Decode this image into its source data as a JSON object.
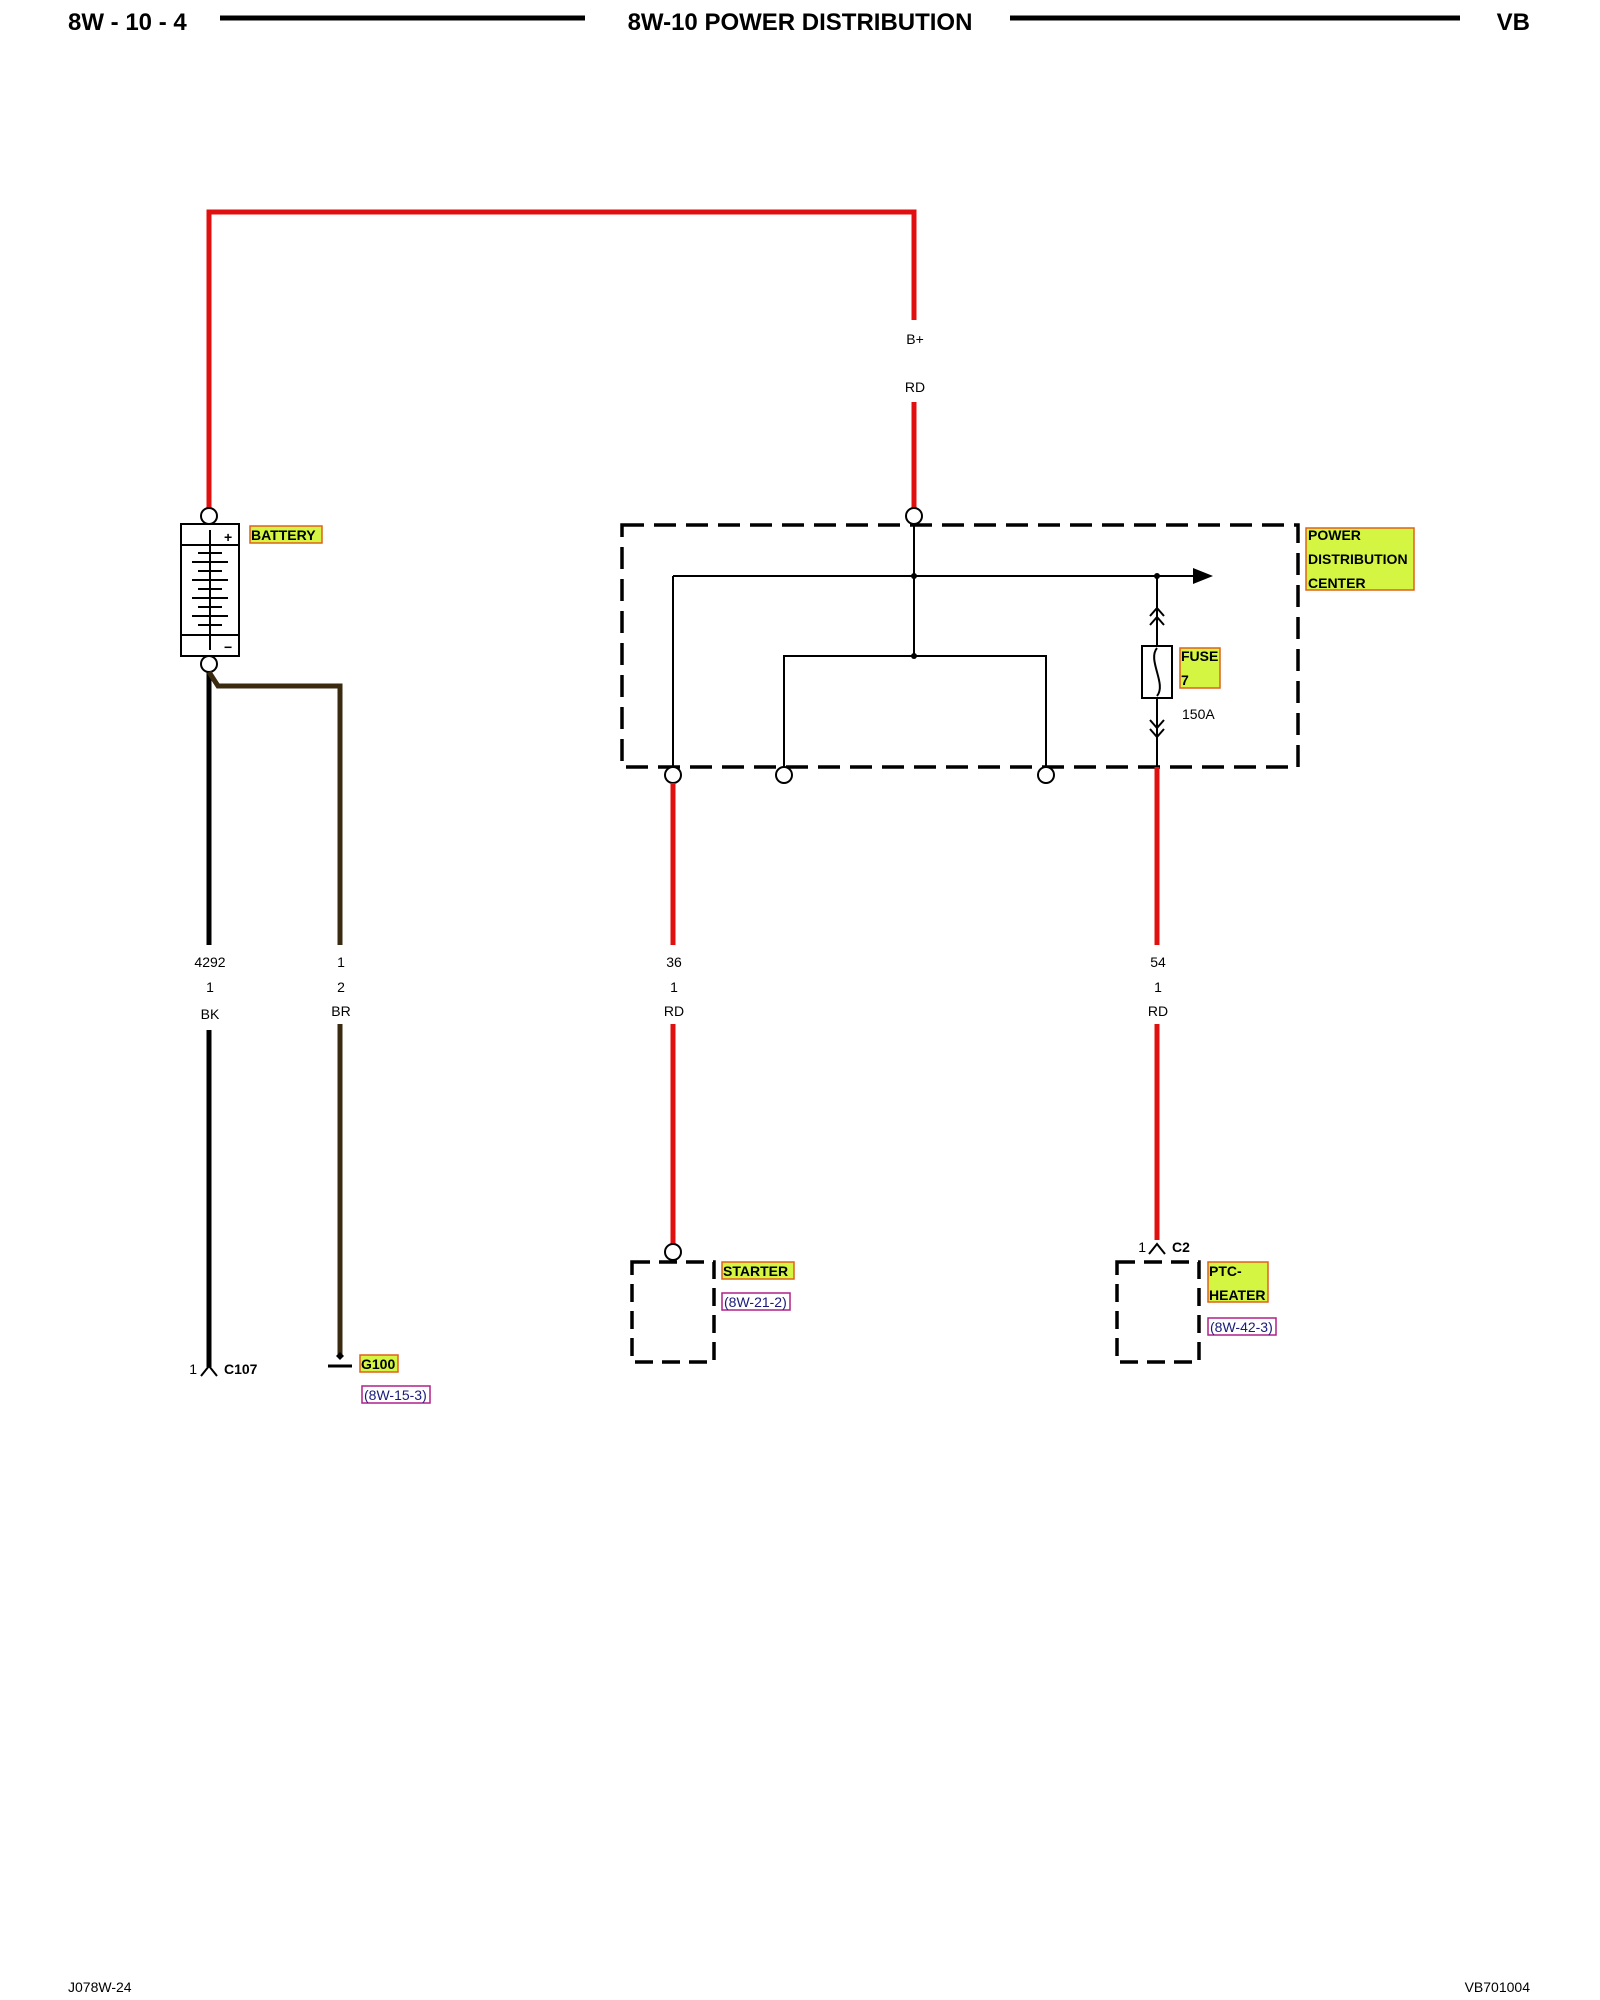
{
  "header": {
    "page_number": "8W - 10 - 4",
    "title": "8W-10 POWER DISTRIBUTION",
    "code": "VB"
  },
  "footer": {
    "left_code": "J078W-24",
    "right_code": "VB701004"
  },
  "components": {
    "battery": {
      "label": "BATTERY",
      "plus": "+",
      "minus": "−"
    },
    "pdc": {
      "line1": "POWER",
      "line2": "DISTRIBUTION",
      "line3": "CENTER"
    },
    "fuse": {
      "label": "FUSE",
      "number": "7",
      "rating": "150A"
    },
    "starter": {
      "label": "STARTER",
      "ref": "(8W-21-2)"
    },
    "ptc_heater": {
      "line1": "PTC-",
      "line2": "HEATER",
      "ref": "(8W-42-3)",
      "pin": "1",
      "connector": "C2"
    },
    "g100": {
      "label": "G100",
      "ref": "(8W-15-3)"
    },
    "c107": {
      "pin": "1",
      "connector": "C107"
    }
  },
  "wires": {
    "bplus": {
      "name": "B+",
      "color": "RD"
    },
    "battery_ground": {
      "circuit": "4292",
      "pin": "1",
      "color": "BK"
    },
    "battery_brown": {
      "circuit": "1",
      "pin": "2",
      "color": "BR"
    },
    "starter_feed": {
      "circuit": "36",
      "pin": "1",
      "color": "RD"
    },
    "ptc_feed": {
      "circuit": "54",
      "pin": "1",
      "color": "RD"
    }
  },
  "colors": {
    "red_wire": "#e01010",
    "highlight_fill": "#d4f542",
    "highlight_border": "#e0601a",
    "link_border": "#b0208a"
  }
}
